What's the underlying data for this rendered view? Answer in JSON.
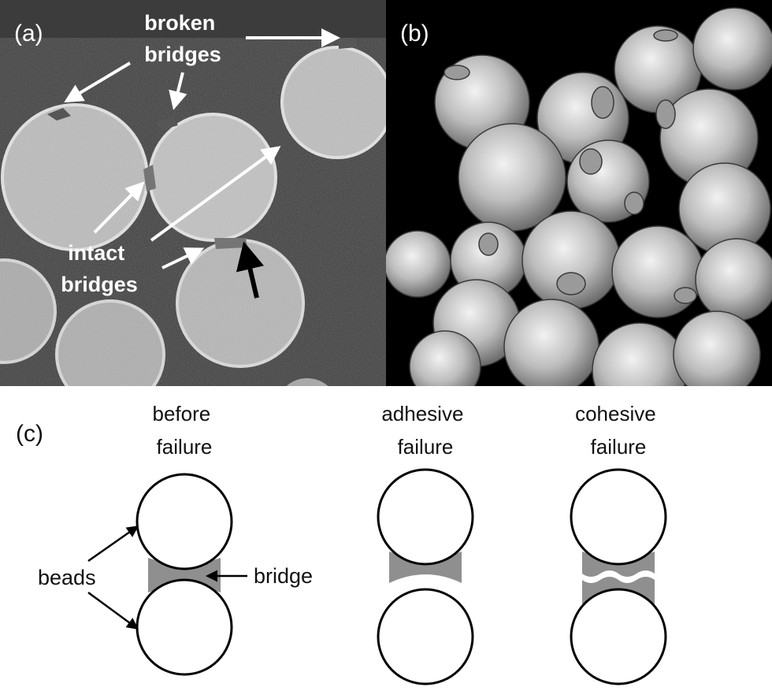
{
  "figure": {
    "panel_a": {
      "label": "(a)",
      "broken_bridges": [
        "broken",
        "bridges"
      ],
      "intact_bridges": [
        "intact",
        "bridges"
      ]
    },
    "panel_b": {
      "label": "(b)"
    },
    "panel_c": {
      "label": "(c)",
      "before_title": [
        "before",
        "failure"
      ],
      "adhesive_title": [
        "adhesive",
        "failure"
      ],
      "cohesive_title": [
        "cohesive",
        "failure"
      ],
      "beads_label": "beads",
      "bridge_label": "bridge"
    }
  },
  "colors": {
    "micrograph_background": "#3a3a3a",
    "bead_gray": "#c9c9c9",
    "render_background": "#000000",
    "bridge_gray": "#8f8f8f",
    "outline": "#000000"
  }
}
